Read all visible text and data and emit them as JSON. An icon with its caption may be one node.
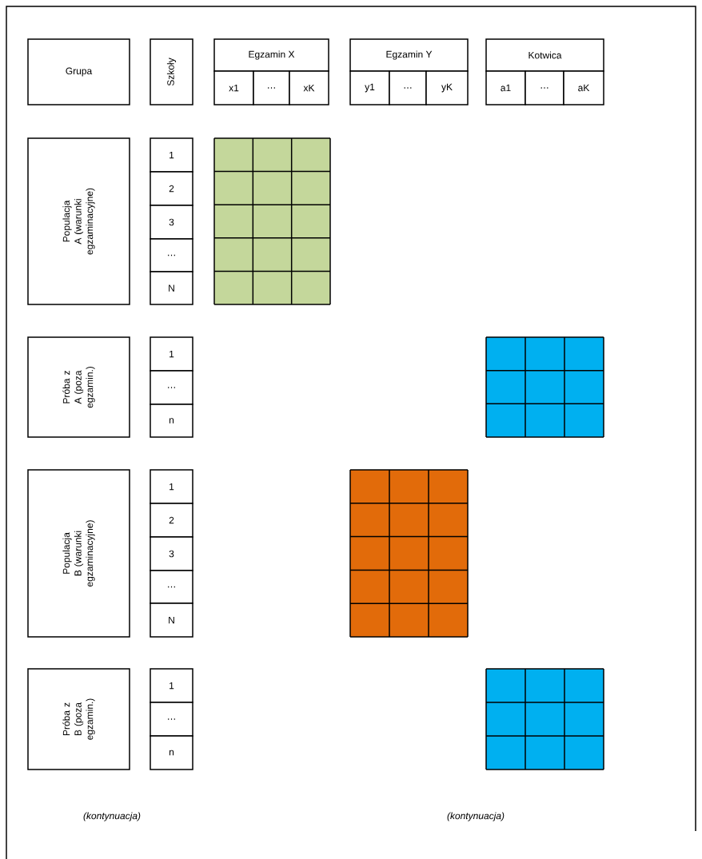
{
  "diagram": {
    "nodes": [
      {
        "text": [
          "Grupa"
        ]
      },
      {
        "text": [
          "Szkoły"
        ]
      },
      {
        "text": [
          "Egzamin X"
        ]
      },
      {
        "text": [
          "x1"
        ]
      },
      {
        "text": [
          "…"
        ]
      },
      {
        "text": [
          "xK"
        ]
      },
      {
        "text": [
          "Egzamin Y"
        ]
      },
      {
        "text": [
          "y1"
        ]
      },
      {
        "text": [
          "…"
        ]
      },
      {
        "text": [
          "yK"
        ]
      },
      {
        "text": [
          "Kotwica"
        ]
      },
      {
        "text": [
          "a1"
        ]
      },
      {
        "text": [
          "…"
        ]
      },
      {
        "text": [
          "aK"
        ]
      },
      {
        "text": [
          "Populacja A (warunki egzaminacyjne)"
        ]
      },
      {
        "text": [
          "1"
        ]
      },
      {
        "text": [
          "2"
        ]
      },
      {
        "text": [
          "3"
        ]
      },
      {
        "text": [
          "…"
        ]
      },
      {
        "text": [
          "N"
        ]
      },
      {
        "text": [
          "Próba z A (poza egzamin.)"
        ]
      },
      {
        "text": [
          "1"
        ]
      },
      {
        "text": [
          "…"
        ]
      },
      {
        "text": [
          "n"
        ]
      },
      {
        "text": [
          "Populacja B (warunki egzaminacyjne)"
        ]
      },
      {
        "text": [
          "1"
        ]
      },
      {
        "text": [
          "2"
        ]
      },
      {
        "text": [
          "3"
        ]
      },
      {
        "text": [
          "…"
        ]
      },
      {
        "text": [
          "N"
        ]
      },
      {
        "text": [
          "Próba z B (poza egzamin.)"
        ]
      },
      {
        "text": [
          "1"
        ]
      },
      {
        "text": [
          "…"
        ]
      },
      {
        "text": [
          "n"
        ]
      }
    ],
    "labels": [
      "(kontynuacja)",
      "(kontynuacja)"
    ]
  }
}
